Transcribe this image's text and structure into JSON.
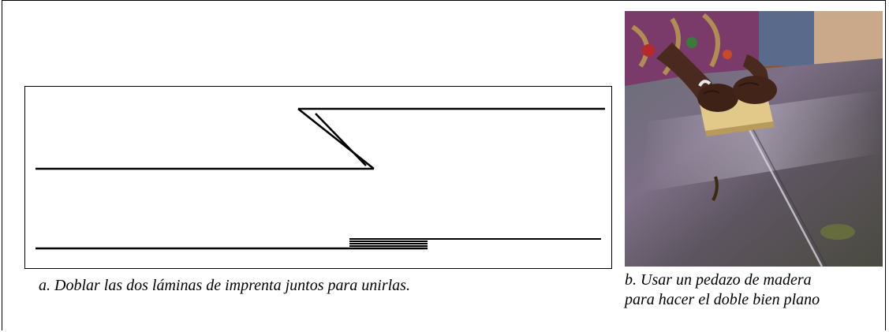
{
  "captions": {
    "a": "a. Doblar las dos láminas de imprenta juntos para unirlas.",
    "b_line1": "b. Usar un pedazo de madera",
    "b_line2": "para hacer el doble bien plano"
  },
  "photo": {
    "subject": "hands-pressing-wood-block-on-metal-sheet",
    "colors": {
      "metal": "#5a5560",
      "wood": "#e2c98a",
      "skin": "#4a2a1e",
      "fabric": "#7a3a6a"
    }
  }
}
